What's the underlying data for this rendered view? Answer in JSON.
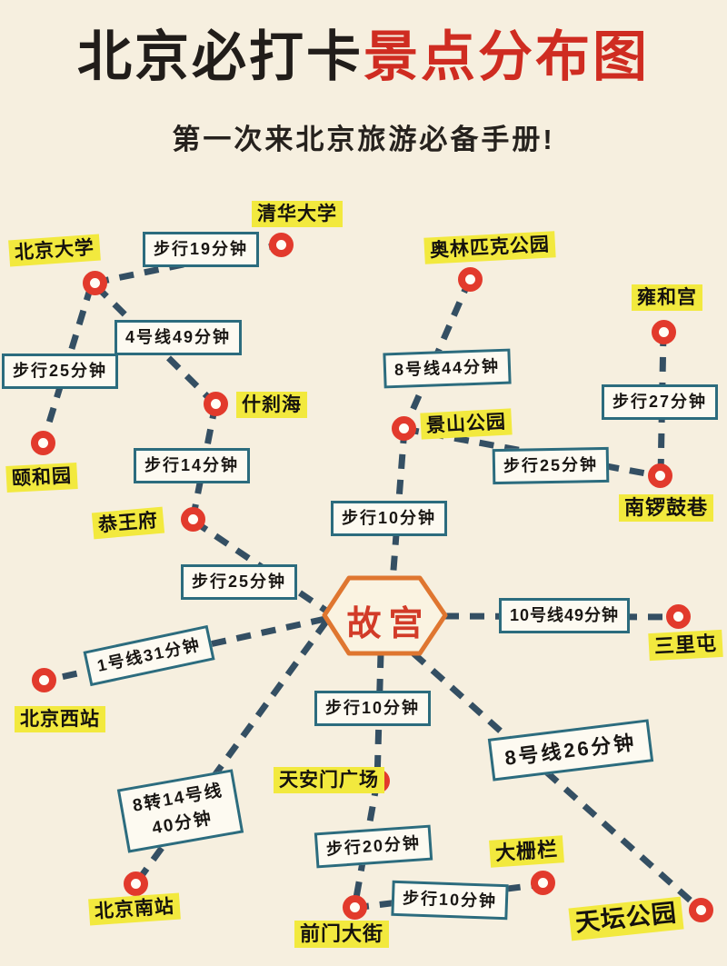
{
  "title": {
    "part_black": "北京必打卡",
    "part_red": "景点分布图"
  },
  "subtitle": "第一次来北京旅游必备手册!",
  "center": {
    "label": "故宫"
  },
  "attractions": {
    "tsinghua": "清华大学",
    "pku": "北京大学",
    "olympic": "奥林匹克公园",
    "yonghe": "雍和宫",
    "shichahai": "什刹海",
    "jingshan": "景山公园",
    "nanluogu": "南锣鼓巷",
    "summer_palace": "颐和园",
    "gongwangfu": "恭王府",
    "sanlitun": "三里屯",
    "west_station": "北京西站",
    "tiananmen": "天安门广场",
    "south_station": "北京南站",
    "qianmen": "前门大街",
    "dashilan": "大栅栏",
    "tiantan": "天坛公园"
  },
  "routes": {
    "walk19": "步行19分钟",
    "line4_49": "4号线49分钟",
    "walk25_pku": "步行25分钟",
    "line8_44": "8号线44分钟",
    "walk27": "步行27分钟",
    "walk14": "步行14分钟",
    "walk25_jingshan": "步行25分钟",
    "walk10_jingshan": "步行10分钟",
    "walk25_gong": "步行25分钟",
    "line10_49": "10号线49分钟",
    "line1_31": "1号线31分钟",
    "walk10_tiananmen": "步行10分钟",
    "line8_26": "8号线26分钟",
    "transfer_line1": "8转14号线",
    "transfer_line2": "40分钟",
    "walk20": "步行20分钟",
    "walk10_qianmen": "步行10分钟"
  },
  "connections": [
    {
      "from": "北京大学",
      "to": "清华大学",
      "label": "步行19分钟"
    },
    {
      "from": "北京大学",
      "to": "颐和园",
      "label": "步行25分钟"
    },
    {
      "from": "北京大学",
      "to": "什刹海",
      "label": "4号线49分钟"
    },
    {
      "from": "什刹海",
      "to": "恭王府",
      "label": "步行14分钟"
    },
    {
      "from": "恭王府",
      "to": "故宫",
      "label": "步行25分钟"
    },
    {
      "from": "奥林匹克公园",
      "to": "景山公园",
      "label": "8号线44分钟"
    },
    {
      "from": "雍和宫",
      "to": "南锣鼓巷",
      "label": "步行27分钟"
    },
    {
      "from": "景山公园",
      "to": "南锣鼓巷",
      "label": "步行25分钟"
    },
    {
      "from": "景山公园",
      "to": "故宫",
      "label": "步行10分钟"
    },
    {
      "from": "故宫",
      "to": "三里屯",
      "label": "10号线49分钟"
    },
    {
      "from": "故宫",
      "to": "北京西站",
      "label": "1号线31分钟"
    },
    {
      "from": "故宫",
      "to": "天安门广场",
      "label": "步行10分钟"
    },
    {
      "from": "天安门广场",
      "to": "前门大街",
      "label": "步行20分钟"
    },
    {
      "from": "故宫",
      "to": "北京南站",
      "label": "8转14号线40分钟"
    },
    {
      "from": "故宫",
      "to": "天坛公园",
      "label": "8号线26分钟"
    },
    {
      "from": "前门大街",
      "to": "大栅栏",
      "label": "步行10分钟"
    }
  ],
  "colors": {
    "background": "#f6efdf",
    "title_black": "#211d1a",
    "title_red": "#cf2c21",
    "highlight_yellow": "#f2e93e",
    "node_red": "#e23a2c",
    "dash_line": "#344f63",
    "route_border_teal": "#2c6c7e",
    "route_fill": "#fdfaf1",
    "hexagon_orange": "#df7630",
    "hexagon_text_red": "#d23b28"
  }
}
